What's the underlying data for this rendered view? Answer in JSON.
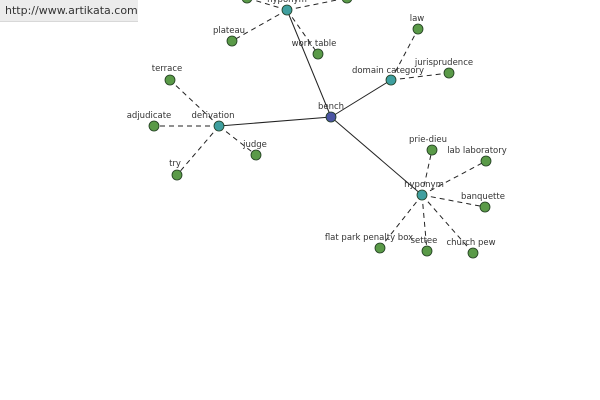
{
  "watermark": {
    "url": "http://www.artikata.com"
  },
  "colors": {
    "root_node": "#4b55a3",
    "category_node": "#3f9f9f",
    "leaf_node": "#5a9a48",
    "node_stroke": "#1f3a1f",
    "edge": "#222222",
    "label": "#333333"
  },
  "graph": {
    "root": {
      "id": "bench",
      "label": "bench"
    },
    "categories": [
      {
        "id": "hyponym-top",
        "label": "hyponym",
        "connects_to": "bench"
      },
      {
        "id": "domain-category",
        "label": "domain category",
        "connects_to": "bench"
      },
      {
        "id": "derivation",
        "label": "derivation",
        "connects_to": "bench"
      },
      {
        "id": "hyponym-bottom",
        "label": "hyponym",
        "connects_to": "bench"
      }
    ],
    "leaves": [
      {
        "id": "leaf-top-a",
        "label": "",
        "parent": "hyponym-top"
      },
      {
        "id": "leaf-top-b",
        "label": "",
        "parent": "hyponym-top"
      },
      {
        "id": "plateau",
        "label": "plateau",
        "parent": "hyponym-top"
      },
      {
        "id": "work-table",
        "label": "work table",
        "parent": "hyponym-top"
      },
      {
        "id": "law",
        "label": "law",
        "parent": "domain-category"
      },
      {
        "id": "jurisprudence",
        "label": "jurisprudence",
        "parent": "domain-category"
      },
      {
        "id": "terrace",
        "label": "terrace",
        "parent": "derivation"
      },
      {
        "id": "adjudicate",
        "label": "adjudicate",
        "parent": "derivation"
      },
      {
        "id": "try",
        "label": "try",
        "parent": "derivation"
      },
      {
        "id": "judge",
        "label": "judge",
        "parent": "derivation"
      },
      {
        "id": "prie-dieu",
        "label": "prie-dieu",
        "parent": "hyponym-bottom"
      },
      {
        "id": "lab-laboratory",
        "label": "lab laboratory",
        "parent": "hyponym-bottom"
      },
      {
        "id": "banquette",
        "label": "banquette",
        "parent": "hyponym-bottom"
      },
      {
        "id": "church-pew",
        "label": "church pew",
        "parent": "hyponym-bottom"
      },
      {
        "id": "settee",
        "label": "settee",
        "parent": "hyponym-bottom"
      },
      {
        "id": "flat-park-penalty-box",
        "label": "flat park penalty box",
        "parent": "hyponym-bottom"
      }
    ]
  }
}
